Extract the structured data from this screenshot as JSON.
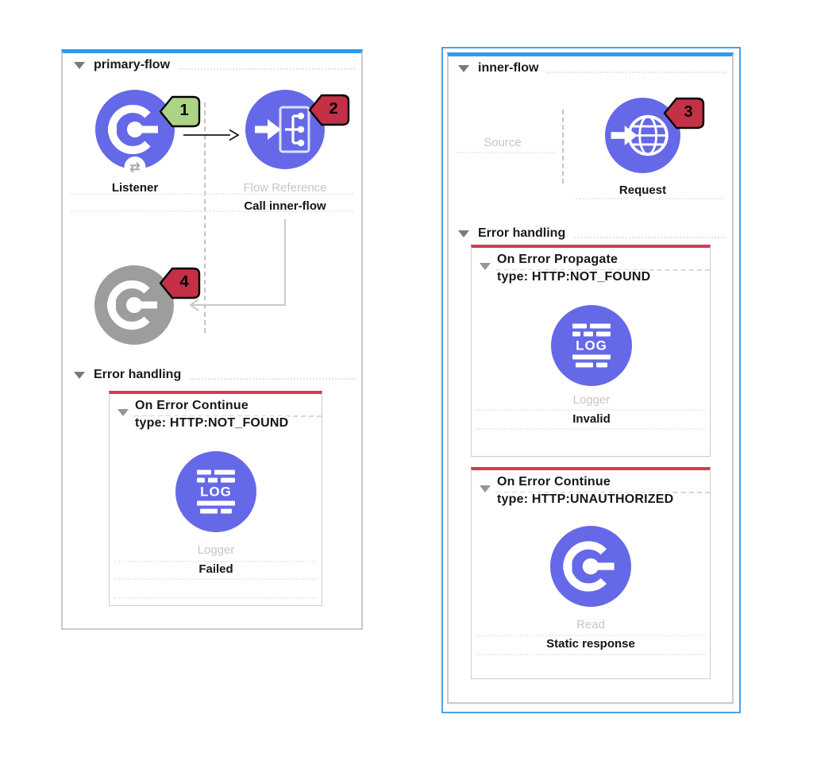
{
  "app": "Anypoint Studio flow canvas",
  "colors": {
    "node_blue": "#6569e7",
    "node_gray": "#9d9d9d",
    "panel_top_bar_blue": "#2e9ce9",
    "selection_border_blue": "#4aa1e9",
    "panel_border_gray": "#cacaca",
    "scope_top_red": "#d23b52",
    "badge_red": "#c43046",
    "badge_green": "#abd584",
    "muted_text": "#c6c6c6"
  },
  "icons": {
    "logger_text": "LOG",
    "exchange_glyph": "⇄"
  },
  "panels": {
    "primary": {
      "title": "primary-flow",
      "listener": {
        "label": "Listener",
        "badge": "1"
      },
      "flow_ref": {
        "type_label": "Flow Reference",
        "name": "Call inner-flow",
        "badge": "2"
      },
      "ghost": {
        "badge": "4"
      },
      "error_title": "Error handling",
      "scopes": [
        {
          "kind": "On Error Continue",
          "condition": "type: HTTP:NOT_FOUND",
          "component": {
            "type_label": "Logger",
            "name": "Failed"
          }
        }
      ]
    },
    "inner": {
      "title": "inner-flow",
      "source_label": "Source",
      "request": {
        "label": "Request",
        "badge": "3"
      },
      "error_title": "Error handling",
      "scopes": [
        {
          "kind": "On Error Propagate",
          "condition": "type: HTTP:NOT_FOUND",
          "component": {
            "type_label": "Logger",
            "name": "Invalid"
          }
        },
        {
          "kind": "On Error Continue",
          "condition": "type: HTTP:UNAUTHORIZED",
          "component": {
            "type_label": "Read",
            "name": "Static response"
          }
        }
      ]
    }
  }
}
